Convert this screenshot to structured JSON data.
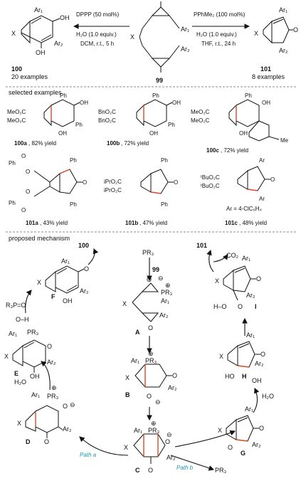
{
  "top": {
    "start": {
      "label": "99",
      "X": "X",
      "Ar1": "Ar₁",
      "Ar2": "Ar₂"
    },
    "left_rxn": {
      "cond1": "DPPP (50 mol%)",
      "cond2": "H₂O (1.0 equiv.)",
      "cond3": "DCM, r.t., 5 h",
      "product": "100",
      "examples": "20 examples",
      "X": "X",
      "Ar1": "Ar₁",
      "Ar2": "Ar₂",
      "OH": "OH"
    },
    "right_rxn": {
      "cond1": "PPhMe₂ (100 mol%)",
      "cond2": "H₂O (1.0 equiv.)",
      "cond3": "THF, r.t., 24 h",
      "product": "101",
      "examples": "8 examples",
      "X": "X",
      "Ar1": "Ar₁",
      "Ar2": "Ar₂",
      "O": "O"
    }
  },
  "selected": {
    "heading": "selected examples",
    "items": [
      {
        "sub1": "MeO₂C",
        "sub2": "MeO₂C",
        "ph1": "Ph",
        "ph2": "Ph",
        "oh1": "OH",
        "oh2": "OH",
        "id": "100a",
        "yield": ", 82% yield"
      },
      {
        "sub1": "BnO₂C",
        "sub2": "BnO₂C",
        "ph1": "Ph",
        "ph2": "Ph",
        "oh1": "OH",
        "oh2": "OH",
        "id": "100b",
        "yield": ", 72% yield"
      },
      {
        "sub1": "MeO₂C",
        "sub2": "MeO₂C",
        "ph1": "Ph",
        "oh1": "OH",
        "oh2": "OH",
        "me": "Me",
        "id": "100c",
        "yield": ", 72% yield"
      },
      {
        "sub1": "Ph",
        "sub2": "Ph",
        "ph1": "Ph",
        "ph2": "Ph",
        "o": "O",
        "o1": "O",
        "o2": "O",
        "o3": "O",
        "o4": "O",
        "id": "101a",
        "yield": ", 43% yield"
      },
      {
        "sub1": "iPrO₂C",
        "sub2": "iPrO₂C",
        "ph1": "Ph",
        "ph2": "Ph",
        "o": "O",
        "id": "101b",
        "yield": ", 47% yield"
      },
      {
        "sub1": "ᵗBuO₂C",
        "sub2": "ᵗBuO₂C",
        "ar1": "Ar",
        "ar2": "Ar",
        "o": "O",
        "note": "Ar = 4-ClC₆H₄",
        "id": "101c",
        "yield": ", 48% yield"
      }
    ]
  },
  "mechanism": {
    "heading": "proposed mechanism",
    "pr3": "PR₃",
    "reagent99": "99",
    "plus": "⊕",
    "minus": "⊖",
    "intermediates": {
      "A": "A",
      "B": "B",
      "C": "C",
      "D": "D",
      "E": "E",
      "F": "F",
      "G": "G",
      "H": "H",
      "I": "I"
    },
    "product100": "100",
    "product101": "101",
    "co2": "CO₂",
    "h2o_left": "H₂O",
    "h2o_right": "H₂O",
    "r3po": "R₃P=O",
    "oh": "O–H",
    "path_a": "Path a",
    "path_b": "Path b",
    "pr3_out": "PR₃",
    "X": "X",
    "Ar1": "Ar₁",
    "Ar2": "Ar₂",
    "O": "O",
    "OH": "OH",
    "Ho": "H–O",
    "HO": "HO",
    "OHb": "OH"
  }
}
